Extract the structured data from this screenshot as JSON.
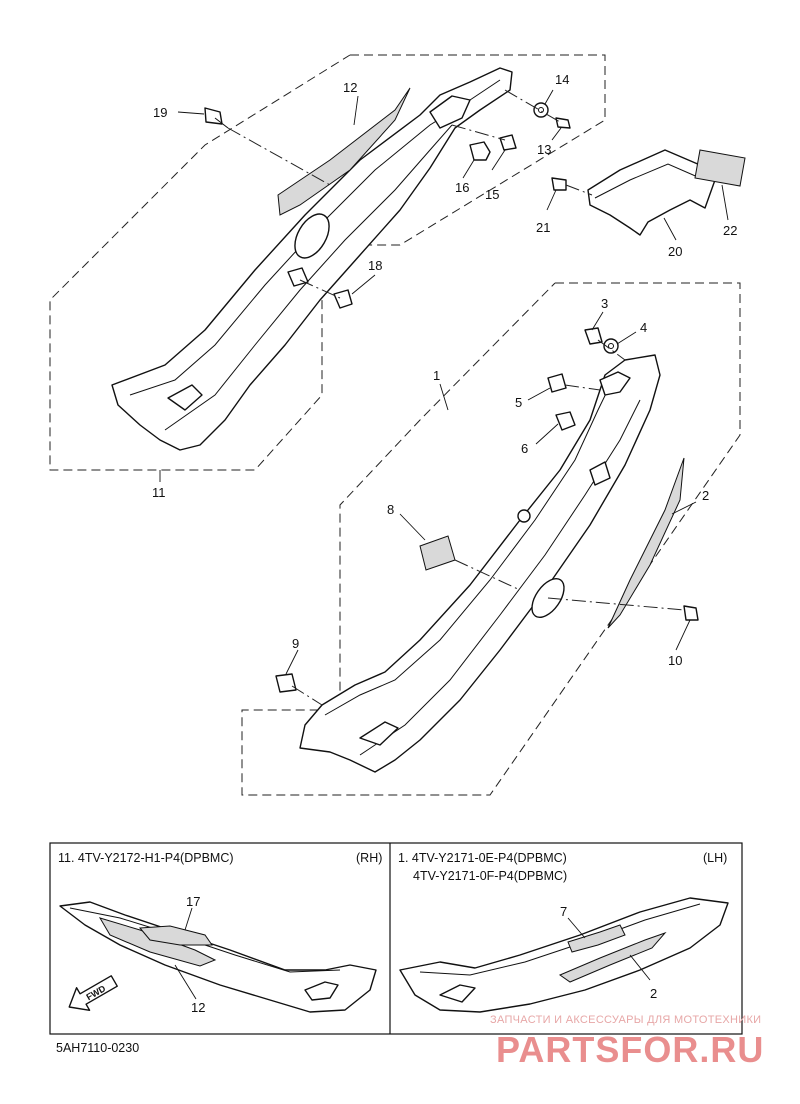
{
  "callouts": [
    "1",
    "2",
    "3",
    "4",
    "5",
    "6",
    "7",
    "8",
    "9",
    "10",
    "11",
    "12",
    "13",
    "14",
    "15",
    "16",
    "17",
    "18",
    "19",
    "20",
    "21",
    "22"
  ],
  "inset": {
    "right": {
      "part_line": "11. 4TV-Y2172-H1-P4(DPBMC)",
      "side": "(RH)",
      "callout_a": "17",
      "callout_b": "12",
      "arrow": "FWD"
    },
    "left": {
      "part_line_1": "1. 4TV-Y2171-0E-P4(DPBMC)",
      "part_line_2": "4TV-Y2171-0F-P4(DPBMC)",
      "side": "(LH)",
      "callout_a": "7",
      "callout_b": "2"
    }
  },
  "diagram_code": "5AH7110-0230",
  "watermark": {
    "text_ru": "ЗАПЧАСТИ И АКСЕССУАРЫ ДЛЯ МОТОТЕХНИКИ",
    "brand": "PARTSFOR.RU"
  },
  "colors": {
    "ink": "#111111",
    "watermark": "#e98e8e"
  }
}
